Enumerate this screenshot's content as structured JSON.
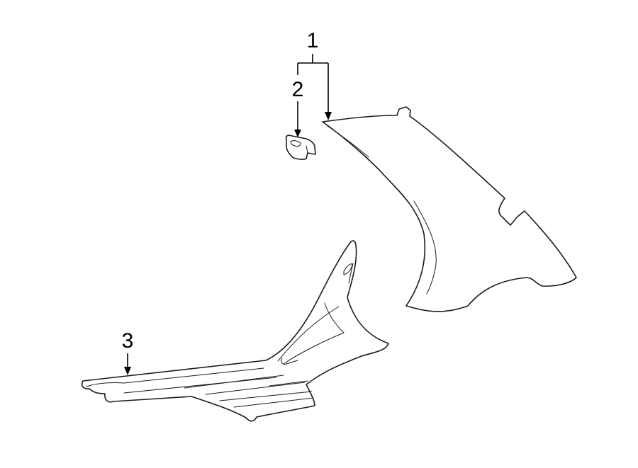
{
  "callouts": [
    {
      "label": "1",
      "part": "quarter-trim-panel"
    },
    {
      "label": "2",
      "part": "trim-clip"
    },
    {
      "label": "3",
      "part": "scuff-plate"
    }
  ],
  "colors": {
    "line": "#1a1a1a",
    "background": "#ffffff"
  }
}
